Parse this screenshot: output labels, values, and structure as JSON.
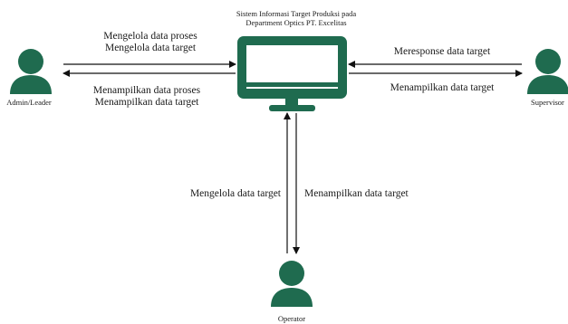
{
  "system": {
    "title_line1": "Sistem Informasi Target Produksi pada",
    "title_line2": "Department Optics PT. Excelitas"
  },
  "actors": {
    "admin": "Admin/Leader",
    "supervisor": "Supervisor",
    "operator": "Operator"
  },
  "flows": {
    "admin_to_system": [
      "Mengelola data proses",
      "Mengelola data target"
    ],
    "system_to_admin": [
      "Menampilkan data proses",
      "Menampilkan data target"
    ],
    "supervisor_to_system": [
      "Meresponse data target"
    ],
    "system_to_supervisor": [
      "Menampilkan data target"
    ],
    "operator_to_system": [
      "Mengelola data target"
    ],
    "system_to_operator": [
      "Menampilkan data target"
    ]
  },
  "colors": {
    "actor": "#1f6b4f",
    "system": "#1f6b4f",
    "arrow": "#111111",
    "background": "#ffffff"
  }
}
